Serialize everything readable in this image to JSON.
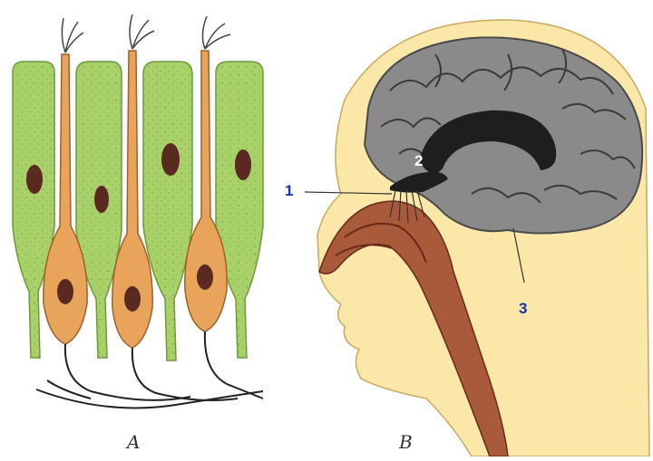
{
  "panels": {
    "left_label": "A",
    "right_label": "B"
  },
  "markers": {
    "m1": "1",
    "m2": "2",
    "m3": "3"
  },
  "colors": {
    "support_cell": "#a9d16a",
    "support_cell_edge": "#6f9a3a",
    "receptor_cell": "#e8a45a",
    "receptor_edge": "#a0602a",
    "nucleus": "#5a2a20",
    "skin": "#fbe7a8",
    "brain": "#8a8a8a",
    "brain_dark": "#1e1e1e",
    "nasal": "#a85a3a",
    "marker_blue": "#1a2fb0"
  }
}
